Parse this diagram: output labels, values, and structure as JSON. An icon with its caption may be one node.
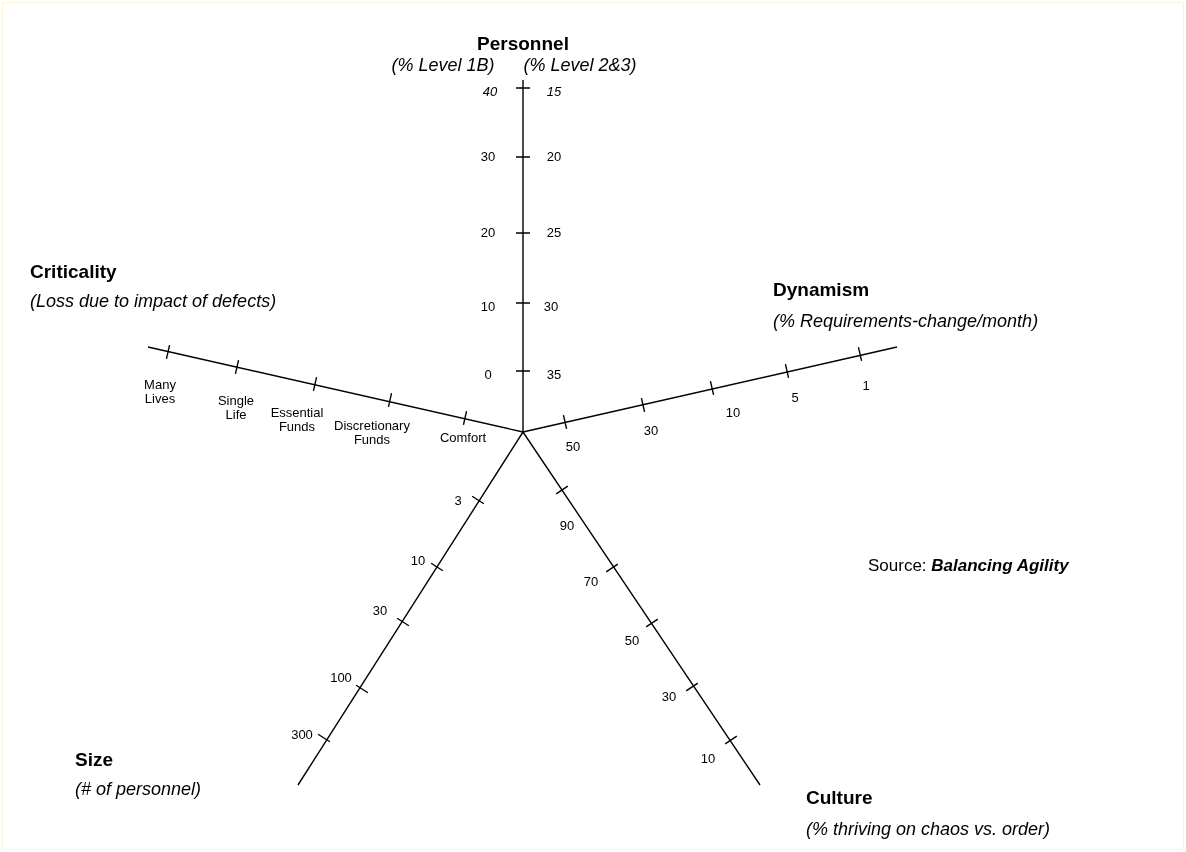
{
  "diagram": {
    "labels": [
      "Personnel",
      "(% Level 1B)",
      "(% Level 2&3)",
      "40",
      "15",
      "30",
      "20",
      "20",
      "25",
      "10",
      "30",
      "0",
      "35",
      "Criticality",
      "(Loss due to impact of defects)",
      "Dynamism",
      "(% Requirements-change/month)",
      "Many Lives",
      "Single Life",
      "Essential Funds",
      "Discretionary Funds",
      "Comfort",
      "50",
      "30",
      "10",
      "5",
      "1",
      "Source: **Balancing Agility**",
      "90",
      "70",
      "50",
      "30",
      "10",
      "3",
      "10",
      "30",
      "100",
      "300",
      "Size",
      "(# of personnel)",
      "Culture",
      "(% thriving on chaos vs. order)"
    ]
  }
}
